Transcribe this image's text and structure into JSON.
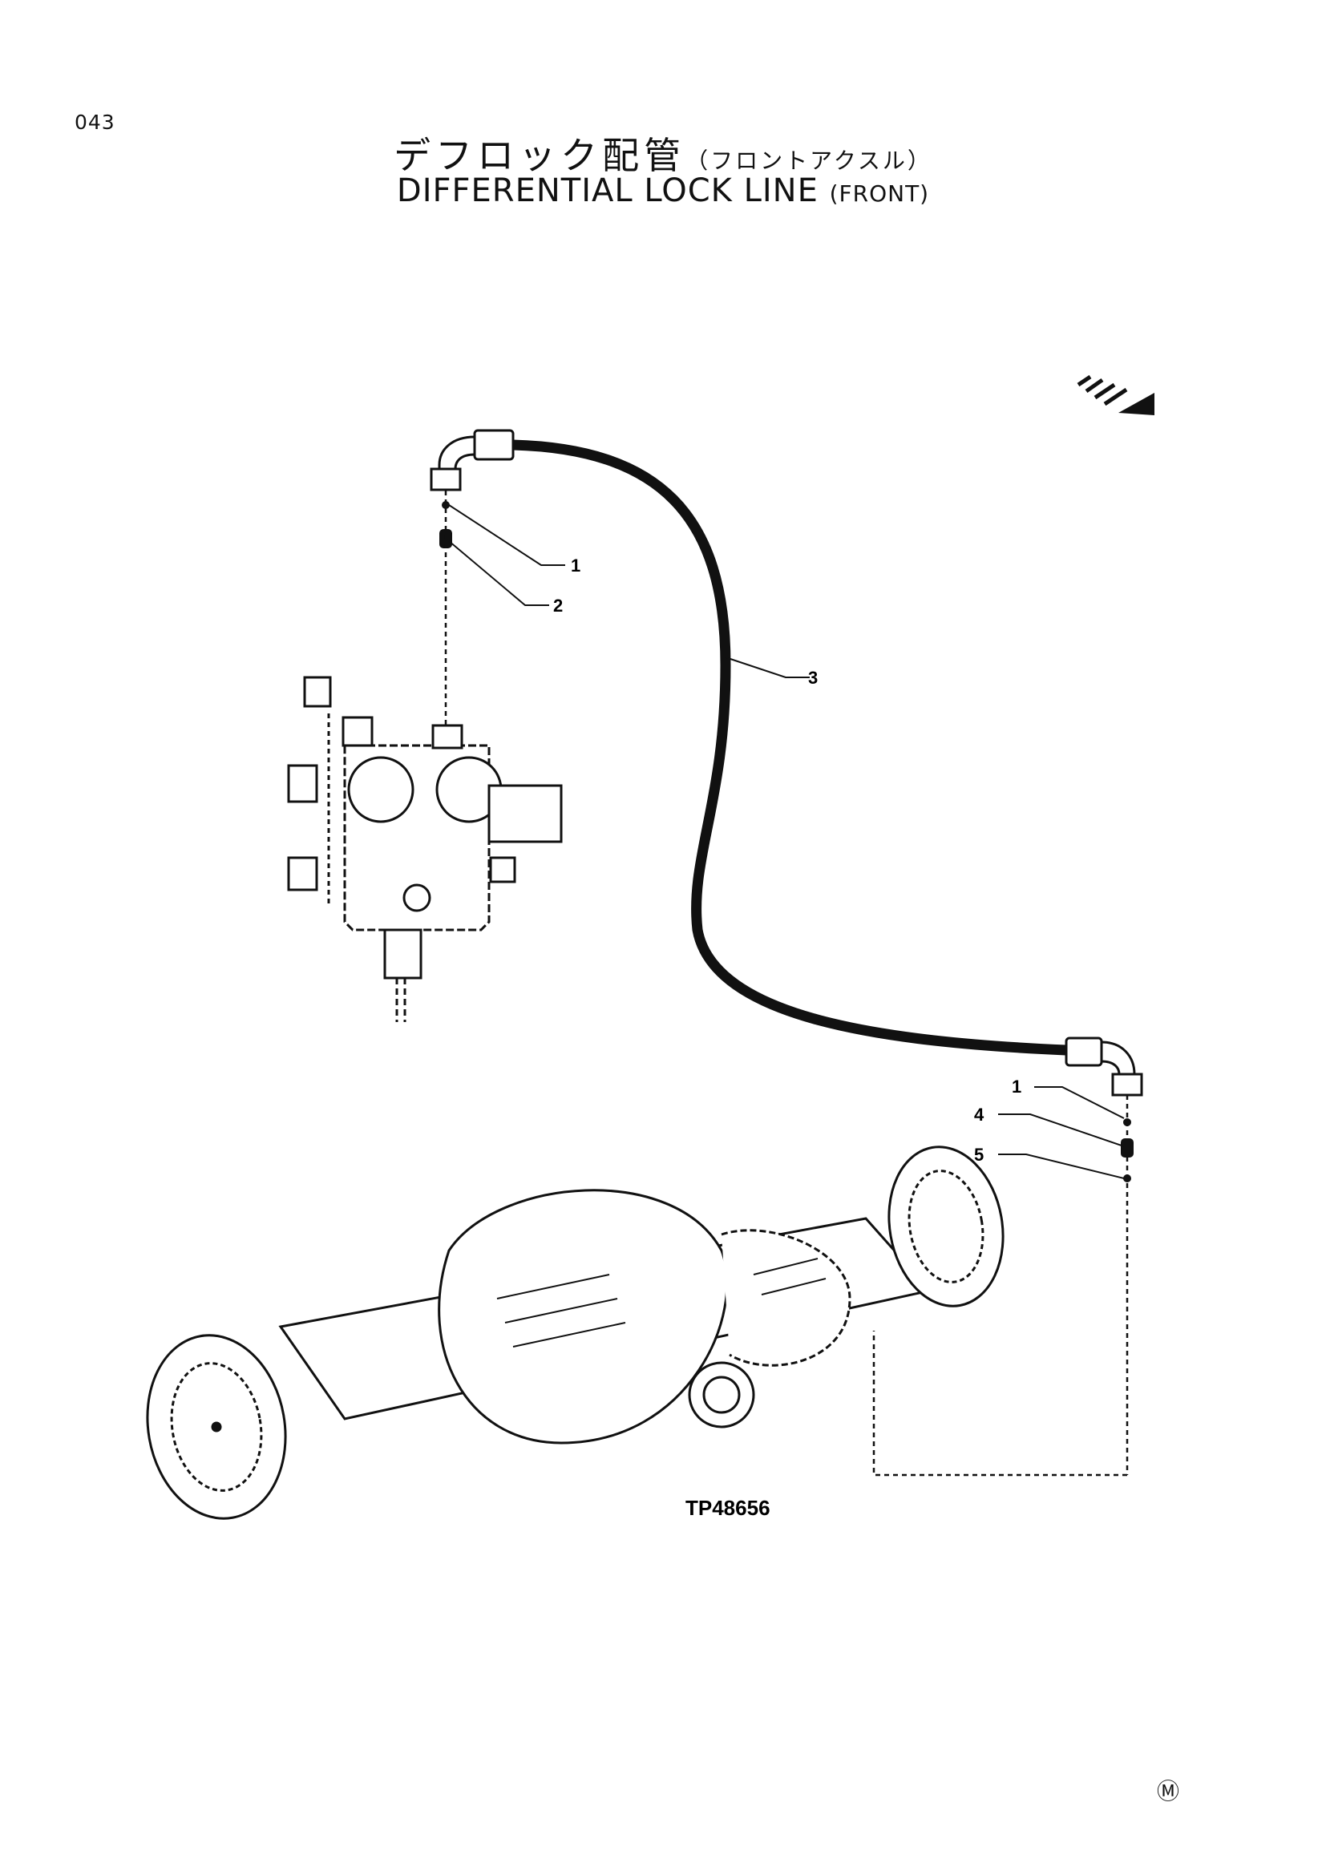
{
  "page": {
    "number": "043"
  },
  "title": {
    "jp_main": "デフロック配管",
    "jp_sub": "（フロントアクスル）",
    "en_main": "DIFFERENTIAL LOCK LINE",
    "en_sub": "(FRONT)"
  },
  "callouts": [
    {
      "id": "callout-1a",
      "label": "1"
    },
    {
      "id": "callout-2",
      "label": "2"
    },
    {
      "id": "callout-3",
      "label": "3"
    },
    {
      "id": "callout-1b",
      "label": "1"
    },
    {
      "id": "callout-4",
      "label": "4"
    },
    {
      "id": "callout-5",
      "label": "5"
    }
  ],
  "figure_ref": "TP48656",
  "corner_mark": "Ⓜ",
  "icons": {
    "direction": "front-direction-arrow-icon"
  }
}
